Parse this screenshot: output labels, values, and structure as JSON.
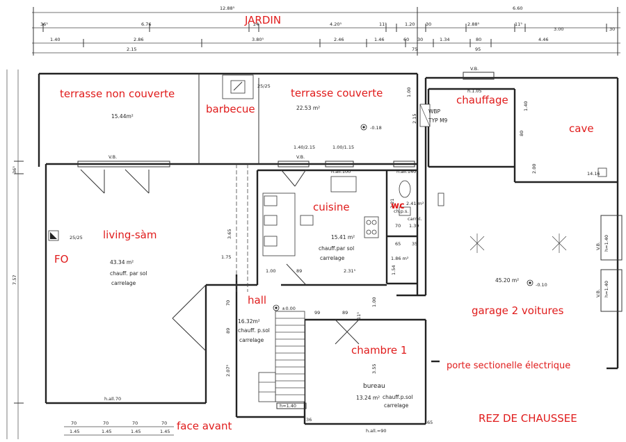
{
  "title": "RÉZ",
  "labels": {
    "jardin": "JARDIN",
    "terrasse_non_couverte": "terrasse non couverte",
    "barbecue": "barbecue",
    "terrasse_couverte": "terrasse couverte",
    "chauffage": "chauffage",
    "cave": "cave",
    "living": "living-sàm",
    "fo": "FO",
    "cuisine": "cuisine",
    "wc": "wc",
    "hall": "hall",
    "chambre": "chambre 1",
    "garage": "garage 2 voitures",
    "porte": "porte sectionelle électrique",
    "face_avant": "face avant",
    "rez": "REZ DE CHAUSSEE"
  },
  "dims_top": {
    "total_left": "12.88⁵",
    "total_right": "6.60",
    "r1": [
      "36⁵",
      "6.76",
      "24",
      "4.20⁵",
      "11⁵",
      "1.20",
      "30",
      "2.88⁵",
      "11⁵",
      "3.00",
      "30"
    ],
    "r2": [
      "1.40",
      "2.86",
      "3.80⁵",
      "2.46",
      "1.46",
      "60",
      "30",
      "1.34",
      "80",
      "4.46"
    ],
    "r3": [
      "2.15",
      "75",
      "95"
    ]
  },
  "dims_bottom": [
    "70",
    "70",
    "70",
    "70",
    "1.45",
    "1.45",
    "1.45",
    "1.45"
  ],
  "dims_left": [
    "36⁵",
    "7.57"
  ],
  "rooms": {
    "terrasse_nc_area": "15.44m²",
    "terrasse_c_area": "22.53 m²",
    "level_terrasse": "-0.18",
    "living_area": "43.34 m²",
    "living_heat": "chauff. par sol",
    "living_floor": "carrelage",
    "cuisine_area": "15.41 m²",
    "cuisine_heat": "chauff.par sol",
    "cuisine_floor": "carrelage",
    "hall_area": "16.32m²",
    "hall_heat": "chauff. p.sol",
    "hall_floor": "carrelage",
    "hall_level": "±0.00",
    "chambre_sub": "bureau",
    "chambre_area": "13.24 m²",
    "chambre_heat": "chauff.p.sol",
    "chambre_floor": "carrelage",
    "garage_area": "45.20 m²",
    "garage_level": "-0.10",
    "wc_area": "2.41 m²",
    "wc_ch": "ch.p.s.",
    "wc_floor": "carrel.",
    "cave_area": "14.16",
    "small_area": "1.86 m²"
  },
  "annotations": {
    "vb": "V.B.",
    "wbp": "WBP",
    "typ": "TYP M9",
    "h105": "h.1.05",
    "h70": "h.all.70",
    "h100": "h.all.100",
    "h140": "h.all.140",
    "h140b": "h=1.40",
    "h90": "h.all.=90",
    "fo_dim": "25/25",
    "bbq_dim": "25/25",
    "win1": "1.40/2.15",
    "win2": "1.00/1.15",
    "vb_h140": "h=1.40",
    "d_100a": "1.00",
    "d_215": "2.15",
    "d_140": "1.40",
    "d_80": "80",
    "d_365": "3.65",
    "d_175": "1.75",
    "d_100b": "1.00",
    "d_89": "89",
    "d_231": "2.31⁵",
    "d_70": "70",
    "d_89b": "89",
    "d_207": "2.07⁵",
    "d_99": "99",
    "d_89c": "89",
    "d_11": "11⁵",
    "d_100c": "1.00",
    "d_355": "3.55",
    "d_154": "1.54",
    "d_65": "65",
    "d_35": "35",
    "d_70b": "70",
    "d_139": "1.39",
    "d_36": "36",
    "d_65b": "65",
    "d_221": "2.21",
    "d_200": "2.00"
  }
}
